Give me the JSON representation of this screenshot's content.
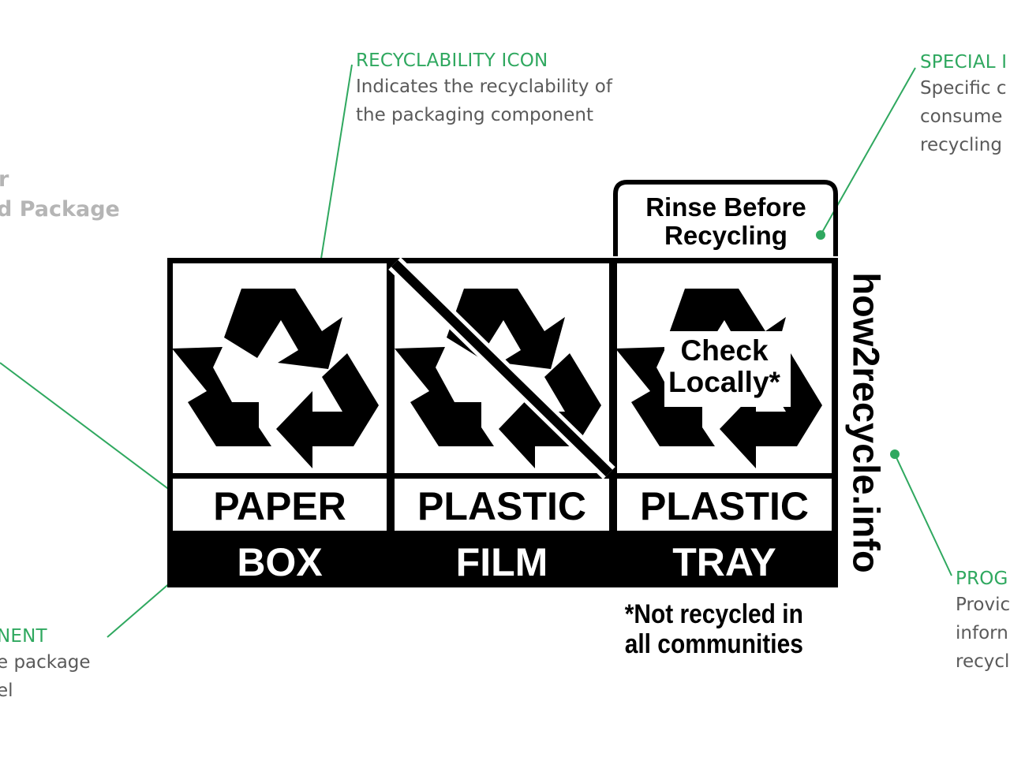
{
  "colors": {
    "accent": "#2fa85f",
    "ink": "#000000",
    "muted": "#b5b5b5",
    "desc": "#5a5a5a"
  },
  "annotations": {
    "recyclability": {
      "title": "RECYCLABILITY ICON",
      "line1": "Indicates the recyclability of",
      "line2": "the packaging component"
    },
    "special": {
      "title": "SPECIAL I",
      "line1": "Specific c",
      "line2": "consume",
      "line3": "recycling"
    },
    "left_top": {
      "line1": "r",
      "line2": "d Package"
    },
    "component": {
      "title": "NENT",
      "line1": "e package",
      "line2": "el"
    },
    "program": {
      "title": "PROG",
      "line1": "Provic",
      "line2": "inforn",
      "line3": "recycl"
    }
  },
  "label": {
    "columns": [
      {
        "material": "PAPER",
        "component": "BOX",
        "icon": "recycle-icon"
      },
      {
        "material": "PLASTIC",
        "component": "FILM",
        "icon": "not-recyclable-icon"
      },
      {
        "material": "PLASTIC",
        "component": "TRAY",
        "icon": "check-locally-recycle-icon"
      }
    ],
    "rinse_line1": "Rinse Before",
    "rinse_line2": "Recycling",
    "check_line1": "Check",
    "check_line2": "Locally*",
    "url": "how2recycle.info",
    "footnote_line1": "*Not recycled in",
    "footnote_line2": "all communities"
  }
}
